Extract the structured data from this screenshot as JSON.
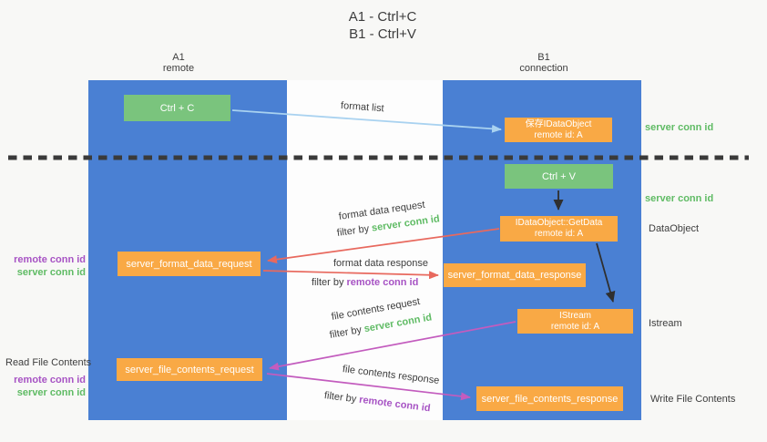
{
  "title": {
    "line1": "A1 - Ctrl+C",
    "line2": "B1 - Ctrl+V"
  },
  "columns": {
    "a1": {
      "name": "A1",
      "subtitle": "remote"
    },
    "b1": {
      "name": "B1",
      "subtitle": "connection"
    }
  },
  "nodes": {
    "ctrl_c": {
      "label": "Ctrl + C"
    },
    "save_dataobject": {
      "line1": "保存IDataObject",
      "line2": "remote id: A"
    },
    "ctrl_v": {
      "label": "Ctrl + V"
    },
    "getdata": {
      "line1": "IDataObject::GetData",
      "line2": "remote id: A"
    },
    "istream": {
      "line1": "IStream",
      "line2": "remote id: A"
    },
    "format_request": {
      "label": "server_format_data_request"
    },
    "format_response": {
      "label": "server_format_data_response"
    },
    "file_request": {
      "label": "server_file_contents_request"
    },
    "file_response": {
      "label": "server_file_contents_response"
    }
  },
  "flow_labels": {
    "format_list": "format list",
    "format_data_request": "format data request",
    "format_data_response": "format data response",
    "file_contents_request": "file contents request",
    "file_contents_response": "file contents response",
    "filter_by": "filter by",
    "server_conn_id": "server conn id",
    "remote_conn_id": "remote conn id"
  },
  "side_labels": {
    "left_top": {
      "remote": "remote conn id",
      "server": "server conn id"
    },
    "read_file_contents": "Read File Contents",
    "left_bottom": {
      "remote": "remote conn id",
      "server": "server conn id"
    },
    "right_server_conn_id_1": "server conn id",
    "right_server_conn_id_2": "server conn id",
    "data_object": "DataObject",
    "istream": "Istream",
    "write_file_contents": "Write File Contents"
  },
  "colors": {
    "column_blue": "#4a80d3",
    "box_green": "#7ac47d",
    "box_orange": "#f9a945",
    "arrow_blue": "#a9d2f0",
    "arrow_red": "#e8695e",
    "arrow_magenta": "#c35cbe",
    "arrow_black": "#2f2f2f",
    "text_green": "#5fbb64",
    "text_purple": "#a753c4",
    "text_dark": "#3d3d3d",
    "dashed_line": "#3a3a3a"
  }
}
